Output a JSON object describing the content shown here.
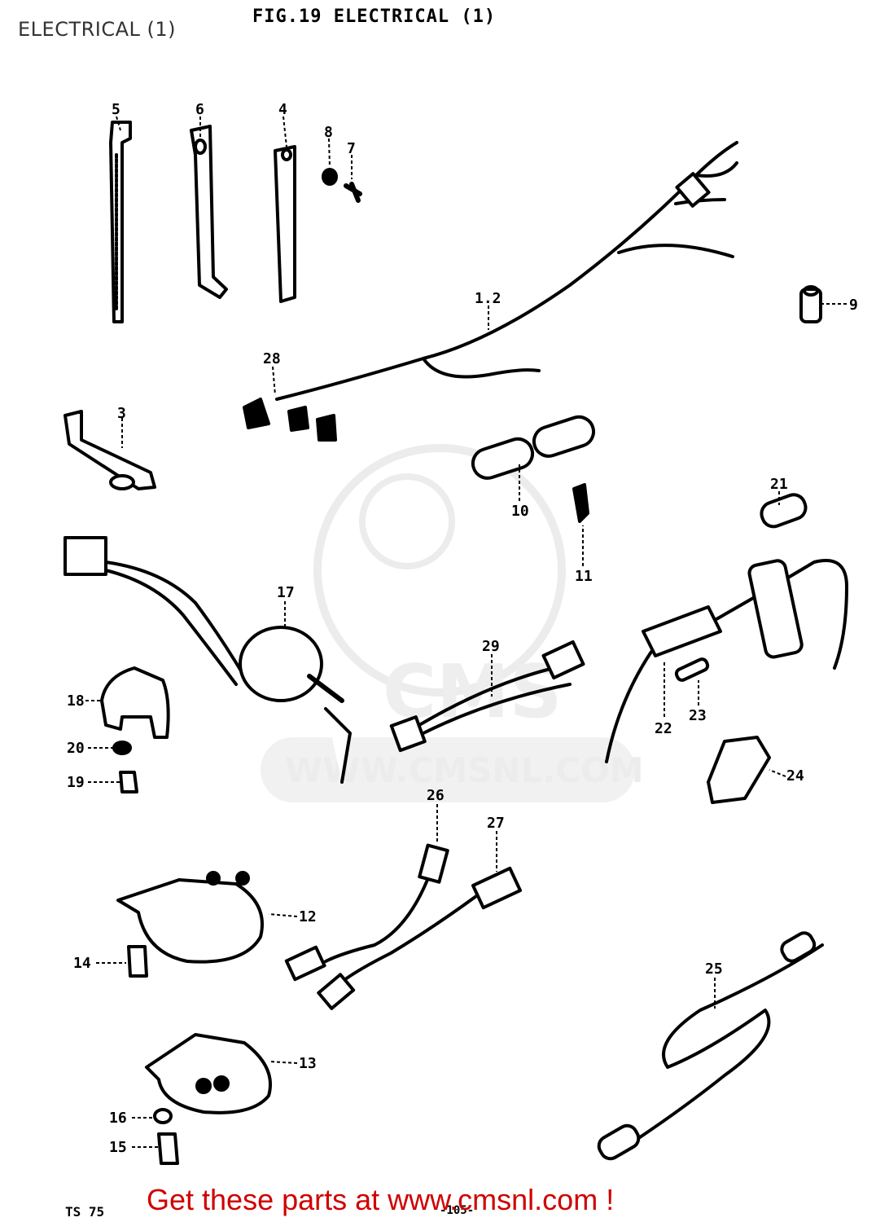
{
  "page_title": "ELECTRICAL (1)",
  "figure_title": "FIG.19  ELECTRICAL (1)",
  "model_code": "TS 75",
  "page_number": "-105-",
  "cta_text": "Get these parts at www.cmsnl.com !",
  "watermark": {
    "text": "WWW.CMSNL.COM",
    "logo": "CMS"
  },
  "callouts": [
    "1.2",
    "3",
    "4",
    "5",
    "6",
    "7",
    "8",
    "9",
    "10",
    "11",
    "12",
    "13",
    "14",
    "15",
    "16",
    "17",
    "18",
    "19",
    "20",
    "21",
    "22",
    "23",
    "24",
    "25",
    "26",
    "27",
    "28",
    "29"
  ],
  "colors": {
    "cta": "#d00000",
    "ink": "#000000",
    "watermark": "#e6e6e6"
  }
}
